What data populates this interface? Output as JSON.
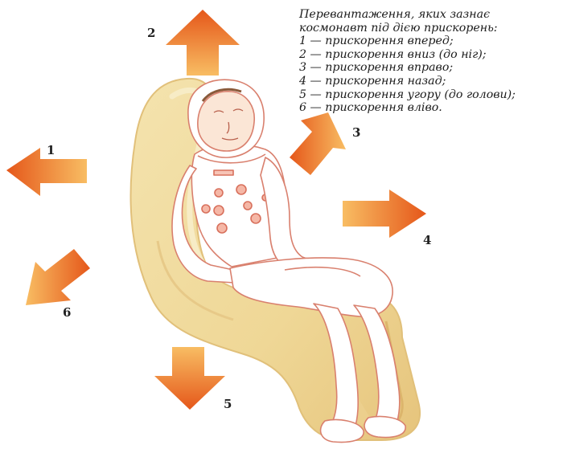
{
  "caption": {
    "title_lines": [
      "Перевантаження, яких зазнає",
      "космонавт під дією прискорень:"
    ],
    "items": [
      "1 — прискорення вперед;",
      "2 — прискорення вниз (до ніг);",
      "3 — прискорення вправо;",
      "4 — прискорення назад;",
      "5 — прискорення угору (до голови);",
      "6 — прискорення вліво."
    ]
  },
  "arrows": [
    {
      "id": "1",
      "label": "1"
    },
    {
      "id": "2",
      "label": "2"
    },
    {
      "id": "3",
      "label": "3"
    },
    {
      "id": "4",
      "label": "4"
    },
    {
      "id": "5",
      "label": "5"
    },
    {
      "id": "6",
      "label": "6"
    }
  ],
  "colors": {
    "arrow_dark": "#e8651e",
    "arrow_light": "#f6b25a",
    "seat": "#f1dca0",
    "seat_edge": "#e2c27a",
    "suit_outline": "#d9806e"
  }
}
